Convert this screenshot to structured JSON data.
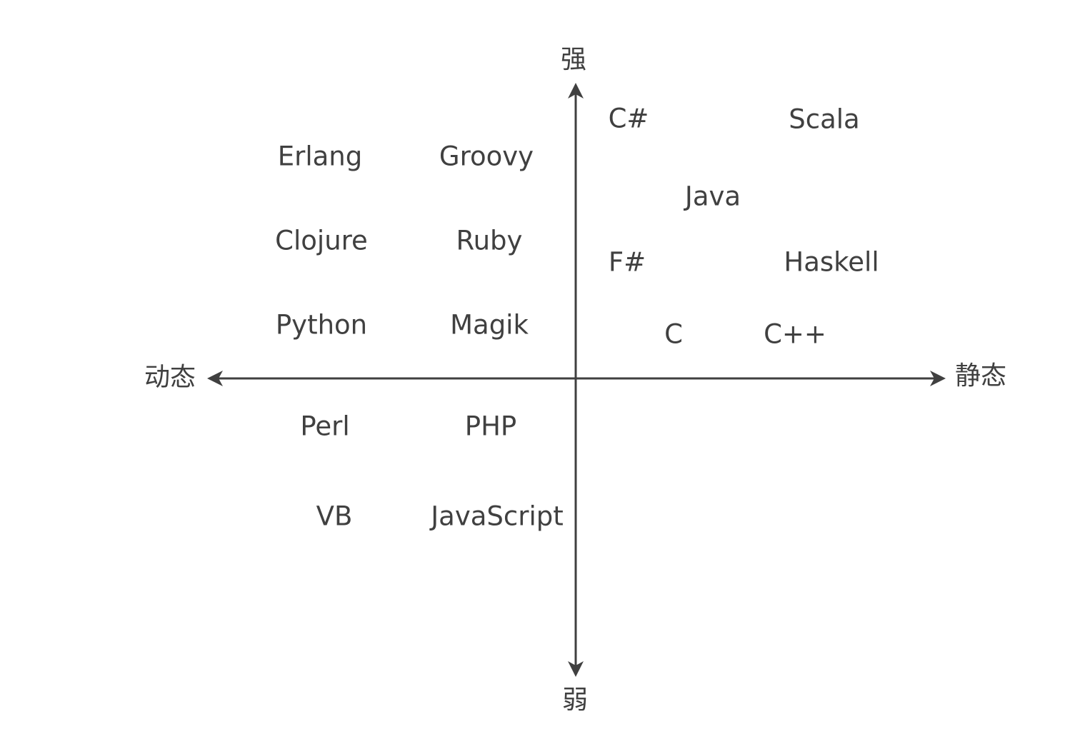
{
  "axes": {
    "top": "强",
    "bottom": "弱",
    "left": "动态",
    "right": "静态"
  },
  "languages": [
    {
      "name": "C#"
    },
    {
      "name": "Scala"
    },
    {
      "name": "Erlang"
    },
    {
      "name": "Groovy"
    },
    {
      "name": "Java"
    },
    {
      "name": "Clojure"
    },
    {
      "name": "Ruby"
    },
    {
      "name": "F#"
    },
    {
      "name": "Haskell"
    },
    {
      "name": "Python"
    },
    {
      "name": "Magik"
    },
    {
      "name": "C"
    },
    {
      "name": "C++"
    },
    {
      "name": "Perl"
    },
    {
      "name": "PHP"
    },
    {
      "name": "VB"
    },
    {
      "name": "JavaScript"
    }
  ]
}
